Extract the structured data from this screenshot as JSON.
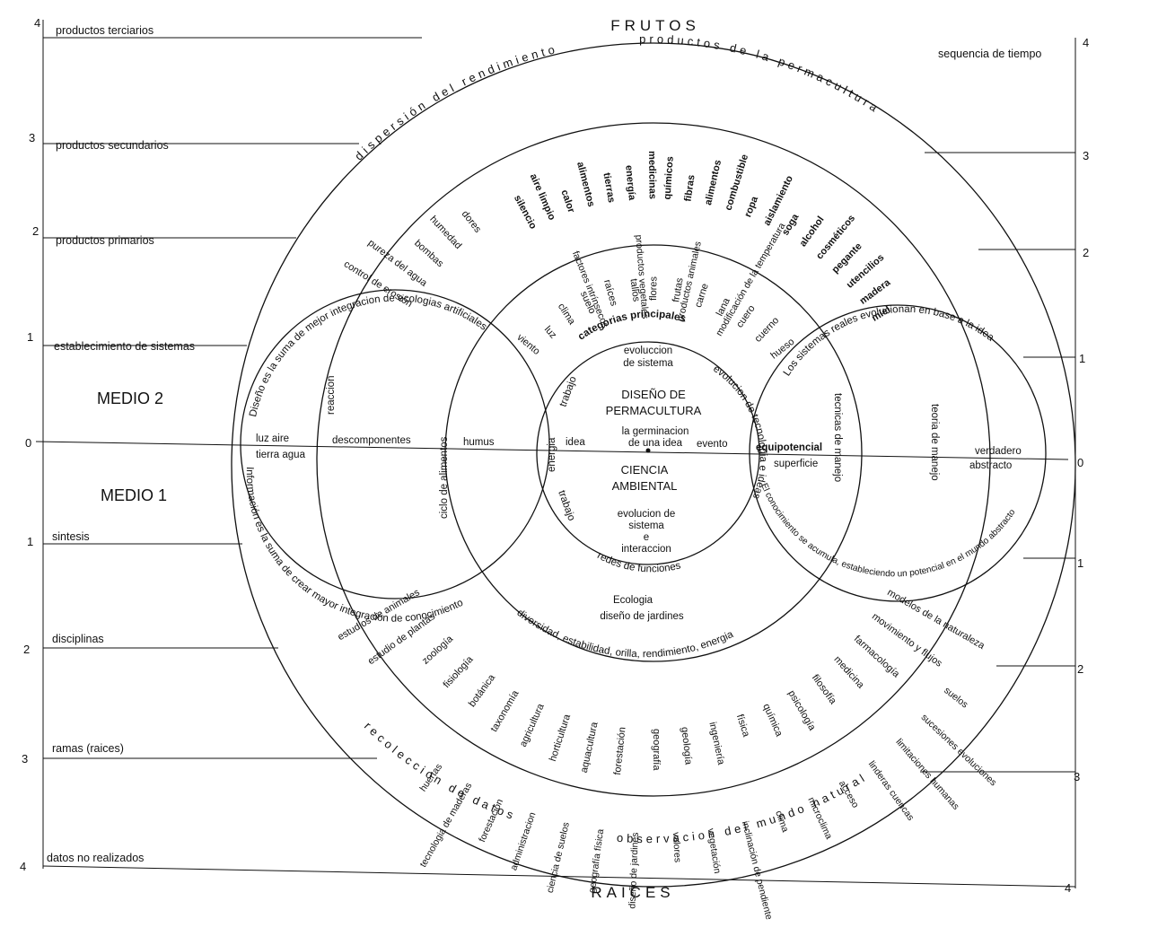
{
  "title_top": "FRUTOS",
  "title_bottom": "RAICES",
  "time_label": "sequencia de tiempo",
  "medio2": "MEDIO 2",
  "medio1": "MEDIO 1",
  "levels_left": [
    {
      "num": "4",
      "label": "productos terciarios"
    },
    {
      "num": "3",
      "label": "productos secundarios"
    },
    {
      "num": "2",
      "label": "productos primarios"
    },
    {
      "num": "1",
      "label": "establecimiento de sistemas"
    },
    {
      "num": "0",
      "label": ""
    },
    {
      "num": "1",
      "label": "sintesis"
    },
    {
      "num": "2",
      "label": "disciplinas"
    },
    {
      "num": "3",
      "label": "ramas (raices)"
    },
    {
      "num": "4",
      "label": "datos no realizados"
    }
  ],
  "levels_right": [
    "4",
    "3",
    "2",
    "1",
    "0",
    "1",
    "2",
    "3",
    "4"
  ],
  "center": {
    "title": [
      "DISEÑO DE",
      "PERMACULTURA"
    ],
    "germ": [
      "la germinacion",
      "de una idea"
    ],
    "science": [
      "CIENCIA",
      "AMBIENTAL"
    ],
    "evo_top": [
      "evoluccion",
      "de sistema"
    ],
    "evo_bottom": [
      "evolucion de",
      "sistema",
      "e",
      "interaccion"
    ],
    "left_words": [
      "trabajo",
      "idea",
      "energia",
      "trabajo"
    ],
    "right_word": "evento"
  },
  "arcs": {
    "outer_top_left": "dispersión del rendimiento",
    "outer_top_right": "productos de la permacultura",
    "outer_bottom_left": "recoleccion de datos",
    "outer_bottom_right": "observacion del mundo natural",
    "inner_top": "categorias principales",
    "inner_right": "evolucion de tecnologia e ideas",
    "inner_bottom": "redes de funciones",
    "left_circle_top": "Diseño es la suma de mejor integracion de ecologias artificiales",
    "left_circle_bottom": "Información es la suma de crear mayor integración de conocimiento",
    "right_circle_top": "Los sistemas reales evolucionan en base a la idea",
    "right_circle_bottom": "El conocimiento se acumula, estableciendo un potencial en el mundo abstracto",
    "ecology_line": "diversidad, estabilidad, orilla, rendimiento, energia"
  },
  "ecology_title": [
    "Ecologia",
    "diseño de jardines"
  ],
  "left_circle_words": {
    "reaccion": "reaccion",
    "luz_aire": "luz aire",
    "tierra_agua": "tierra agua",
    "descomponentes": "descomponentes",
    "humus": "humus",
    "ciclo": "ciclo de alimentos"
  },
  "right_circle_words": {
    "equipotencial": "equipotencial",
    "superficie": "superficie",
    "tecnicas": "tecnicas de manejo",
    "teoria": "teoria de manejo",
    "verdadero": "verdadero",
    "abstracto": "abstracto"
  },
  "secondary_products": [
    "silencio",
    "aire limpio",
    "calor",
    "alimentos",
    "tierras",
    "energía",
    "medicinas",
    "químicos",
    "fibras",
    "alimentos",
    "combustible",
    "ropa",
    "aislamiento",
    "soga",
    "alcohol",
    "cosméticos",
    "pegante",
    "utencilios",
    "madera",
    "miel"
  ],
  "secondary_left": [
    "control de erosión",
    "pureza del agua",
    "bombas",
    "humedad",
    "dores"
  ],
  "primary_products": [
    "viento",
    "luz",
    "clima",
    "suelo",
    "raíces",
    "tallos",
    "flores",
    "frutas",
    "carne",
    "lana",
    "cuero",
    "cuerno",
    "hueso"
  ],
  "primary_labels": [
    "factores intrínsecos",
    "productos vegetales",
    "productos animales",
    "modificación de la temperatura"
  ],
  "disciplines": [
    "estudios de animales",
    "estudio de plantas",
    "zoología",
    "fisiología",
    "botánica",
    "taxonomía",
    "agricultura",
    "horticultura",
    "aquacultura",
    "forestación",
    "geografía",
    "geología",
    "ingeniería",
    "física",
    "química",
    "psicología",
    "filosofía",
    "medicina",
    "farmacología",
    "movimiento y flujos",
    "modelos de la naturaleza"
  ],
  "branches": [
    "huertas",
    "tecnologia de maderas",
    "forestación",
    "administracion",
    "ciencia de suelos",
    "geografía física",
    "diseño de jardines",
    "valores",
    "vegetación",
    "inclinación de pendiente",
    "clima",
    "microclima",
    "acceso",
    "linderas cuencas",
    "limitaciones humanas",
    "sucesiones evoluciones",
    "suelos"
  ]
}
